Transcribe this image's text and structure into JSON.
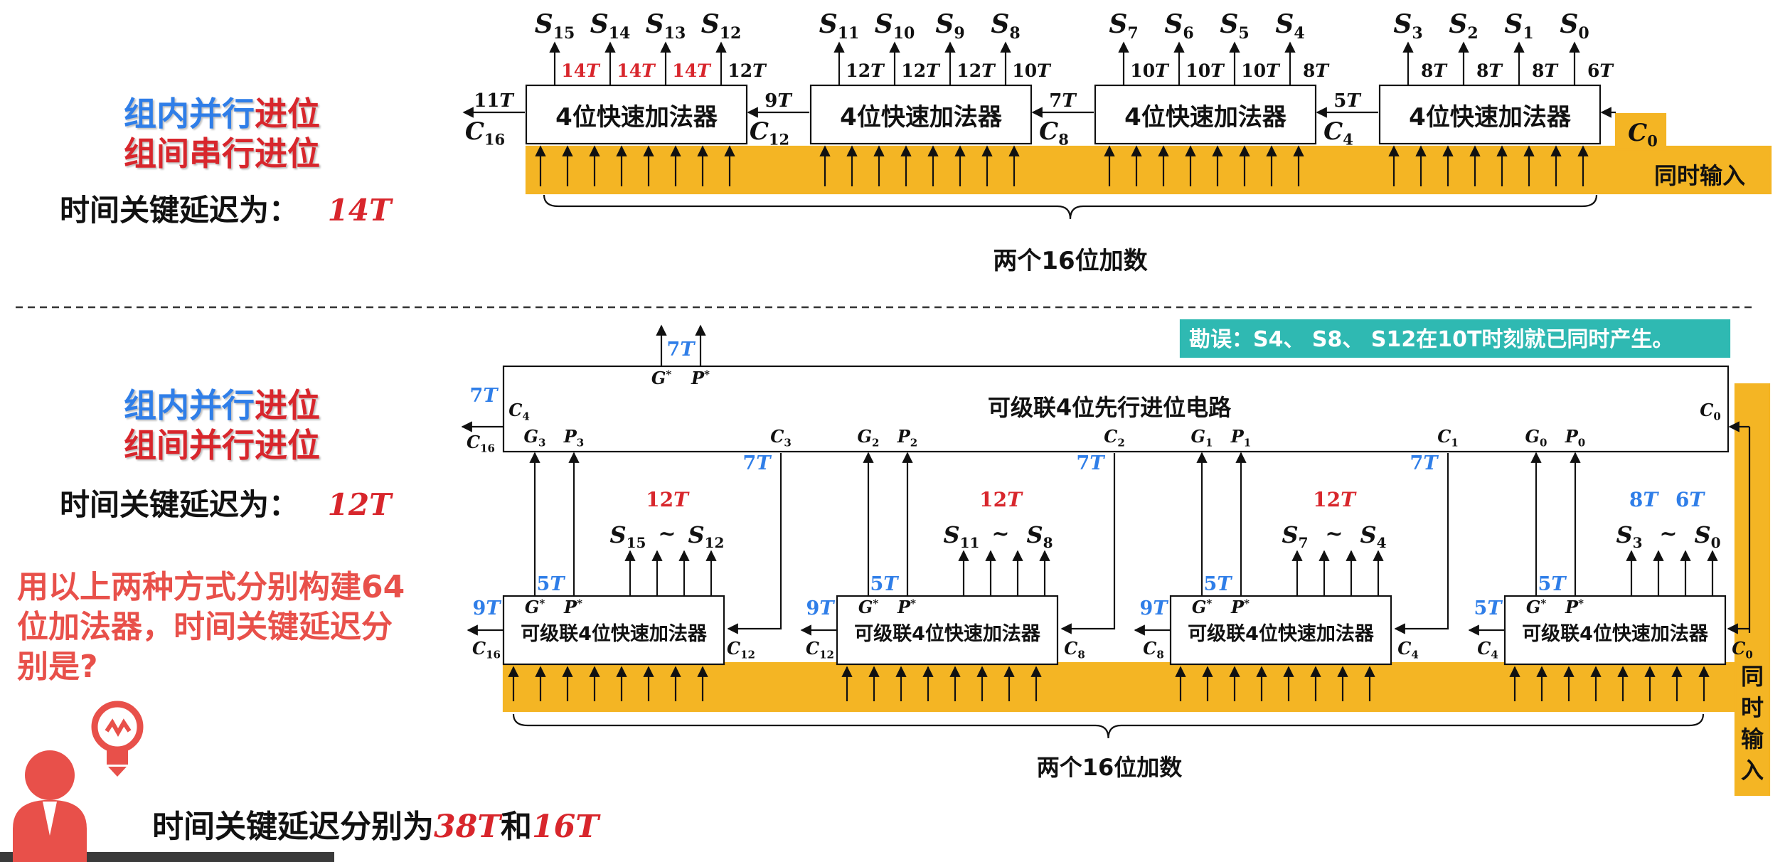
{
  "colors": {
    "red": "#d8262c",
    "blue": "#2f7ee8",
    "teal": "#2fb9b2",
    "orange": "#f4b524",
    "salmon": "#e8504a",
    "black": "#111111"
  },
  "icons": {
    "presenter": "presenter-icon",
    "lightbulb": "lightbulb-icon"
  },
  "top": {
    "label": {
      "line1_part1": "组内并行",
      "line1_part2": "进位",
      "line2_part1": "组间串行",
      "line2_part2": "进位",
      "delay_prefix": "时间关键延迟为：",
      "delay_value": "14T"
    },
    "adder_label": "4位快速加法器",
    "outputs": [
      [
        "S15",
        "S14",
        "S13",
        "S12"
      ],
      [
        "S11",
        "S10",
        "S9",
        "S8"
      ],
      [
        "S7",
        "S6",
        "S5",
        "S4"
      ],
      [
        "S3",
        "S2",
        "S1",
        "S0"
      ]
    ],
    "output_times": [
      [
        "14T",
        "14T",
        "14T",
        "12T"
      ],
      [
        "12T",
        "12T",
        "12T",
        "10T"
      ],
      [
        "10T",
        "10T",
        "10T",
        "8T"
      ],
      [
        "8T",
        "8T",
        "8T",
        "6T"
      ]
    ],
    "carries": [
      "C16",
      "C12",
      "C8",
      "C4",
      "C0"
    ],
    "carry_times": [
      "11T",
      "9T",
      "7T",
      "5T"
    ],
    "input_note": "同时输入",
    "operand_label": "两个16位加数"
  },
  "bottom": {
    "label": {
      "line1_part1": "组内并行",
      "line1_part2": "进位",
      "line2_part1": "组间并行",
      "line2_part2": "进位",
      "delay_prefix": "时间关键延迟为：",
      "delay_value": "12T"
    },
    "erratum": "勘误：S4、 S8、 S12在10T时刻就已同时产生。",
    "cla_label": "可级联4位先行进位电路",
    "cla_gp_time": "7T",
    "cla_gp_out": [
      "G*",
      "P*"
    ],
    "cla_left": {
      "time": "7T",
      "c4": "C4",
      "c16": "C16"
    },
    "cla_c0": "C0",
    "cla_group_inputs": [
      [
        "G3",
        "P3",
        "C3"
      ],
      [
        "G2",
        "P2",
        "C2"
      ],
      [
        "G1",
        "P1",
        "C1"
      ],
      [
        "G0",
        "P0"
      ]
    ],
    "carry_link_times": [
      "7T",
      "7T",
      "7T"
    ],
    "adder_label": "可级联4位快速加法器",
    "adder_gp": [
      "G*",
      "P*"
    ],
    "gp_times": [
      "5T",
      "5T",
      "5T",
      "5T"
    ],
    "sum_labels": [
      [
        "S15",
        "~",
        "S12"
      ],
      [
        "S11",
        "~",
        "S8"
      ],
      [
        "S7",
        "~",
        "S4"
      ],
      [
        "S3",
        "~",
        "S0"
      ]
    ],
    "sum_times": [
      "12T",
      "12T",
      "12T"
    ],
    "sum_times_last": [
      "8T",
      "6T"
    ],
    "adder_out_times": [
      "9T",
      "9T",
      "9T",
      "5T"
    ],
    "adder_out_carries": [
      "C16",
      "C12",
      "C8",
      "C4"
    ],
    "adder_in_carries": [
      "C12",
      "C8",
      "C4",
      "C0"
    ],
    "input_note_chars": [
      "同",
      "时",
      "输",
      "入"
    ],
    "operand_label": "两个16位加数"
  },
  "question": "用以上两种方式分别构建64位加法器，时间关键延迟分别是?",
  "answer": {
    "prefix": "时间关键延迟分别为",
    "value1": "38T",
    "middle": "和",
    "value2": "16T"
  }
}
